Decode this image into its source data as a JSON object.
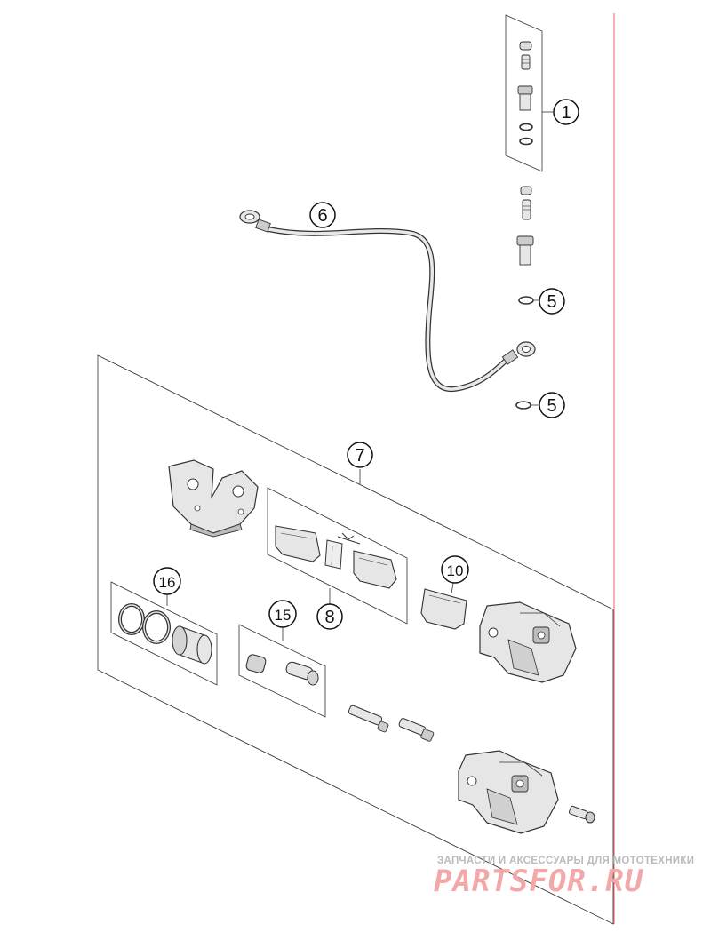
{
  "callouts": {
    "c1": "1",
    "c5a": "5",
    "c5b": "5",
    "c6": "6",
    "c7": "7",
    "c8": "8",
    "c10": "10",
    "c15": "15",
    "c16": "16"
  },
  "watermark": {
    "tagline": "ЗАПЧАСТИ И АКСЕССУАРЫ ДЛЯ МОТОТЕХНИКИ",
    "brand": "PARTSFOR.RU"
  },
  "colors": {
    "line": "#333333",
    "part_fill": "#e6e6e6",
    "part_shade": "#bdbdbd",
    "margin_line": "#e06060",
    "watermark": "#f2a8a8"
  }
}
